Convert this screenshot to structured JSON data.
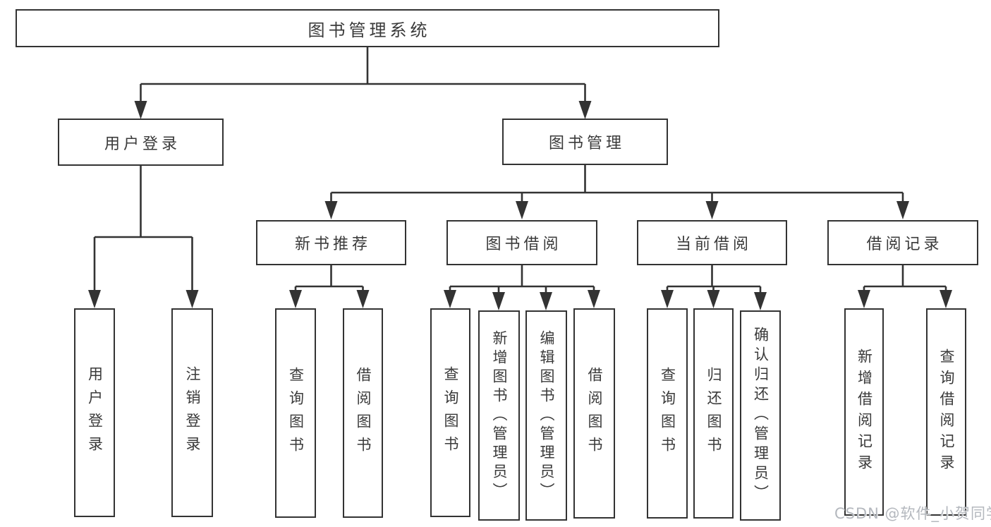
{
  "tree": {
    "root": {
      "label": "图书管理系统"
    },
    "branches": [
      {
        "label": "用户登录",
        "children": [
          {
            "label": "用户登录"
          },
          {
            "label": "注销登录"
          }
        ]
      },
      {
        "label": "图书管理",
        "children": [
          {
            "label": "新书推荐",
            "children": [
              {
                "label": "查询图书"
              },
              {
                "label": "借阅图书"
              }
            ]
          },
          {
            "label": "图书借阅",
            "children": [
              {
                "label": "查询图书"
              },
              {
                "label": "新增图书（管理员）"
              },
              {
                "label": "编辑图书（管理员）"
              },
              {
                "label": "借阅图书"
              }
            ]
          },
          {
            "label": "当前借阅",
            "children": [
              {
                "label": "查询图书"
              },
              {
                "label": "归还图书"
              },
              {
                "label": "确认归还（管理员）"
              }
            ]
          },
          {
            "label": "借阅记录",
            "children": [
              {
                "label": "新增借阅记录"
              },
              {
                "label": "查询借阅记录"
              }
            ]
          }
        ]
      }
    ]
  },
  "watermark": {
    "text": "CSDN @软件_小贺同学"
  },
  "colors": {
    "line": "#333333",
    "box_border": "#333333",
    "text": "#3a3a3a",
    "watermark": "#b4b8be",
    "background": "#ffffff"
  }
}
